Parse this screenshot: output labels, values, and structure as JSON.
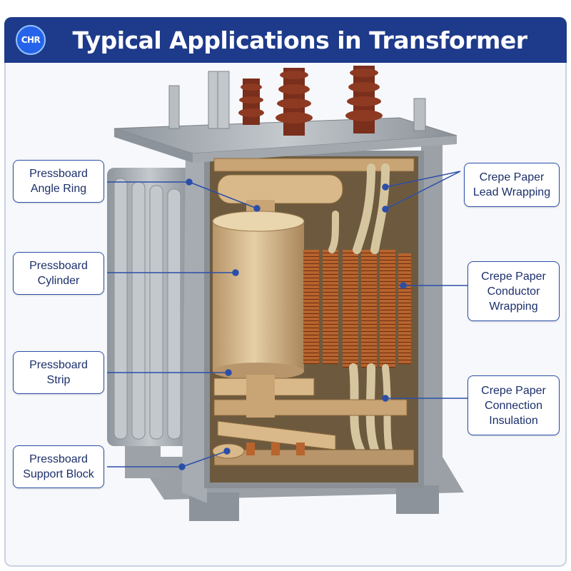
{
  "header": {
    "logo_text": "CHR",
    "title": "Typical Applications in Transformer",
    "bar_color": "#1e3a8a"
  },
  "labels": {
    "angle_ring": {
      "line1": "Pressboard",
      "line2": "Angle Ring"
    },
    "cylinder": {
      "line1": "Pressboard",
      "line2": "Cylinder"
    },
    "strip": {
      "line1": "Pressboard",
      "line2": "Strip"
    },
    "support_block": {
      "line1": "Pressboard",
      "line2": "Support Block"
    },
    "lead_wrapping": {
      "line1": "Crepe Paper",
      "line2": "Lead Wrapping"
    },
    "conductor_wrapping": {
      "line1": "Crepe Paper",
      "line2": "Conductor",
      "line3": "Wrapping"
    },
    "connection_insulation": {
      "line1": "Crepe Paper",
      "line2": "Connection",
      "line3": "Insulation"
    }
  },
  "colors": {
    "label_border": "#2b4fa8",
    "pressboard": "#d9b98a",
    "copper": "#b8642e",
    "tank_steel": "#a9afb6",
    "bushing_porcelain": "#7a2e1c"
  }
}
